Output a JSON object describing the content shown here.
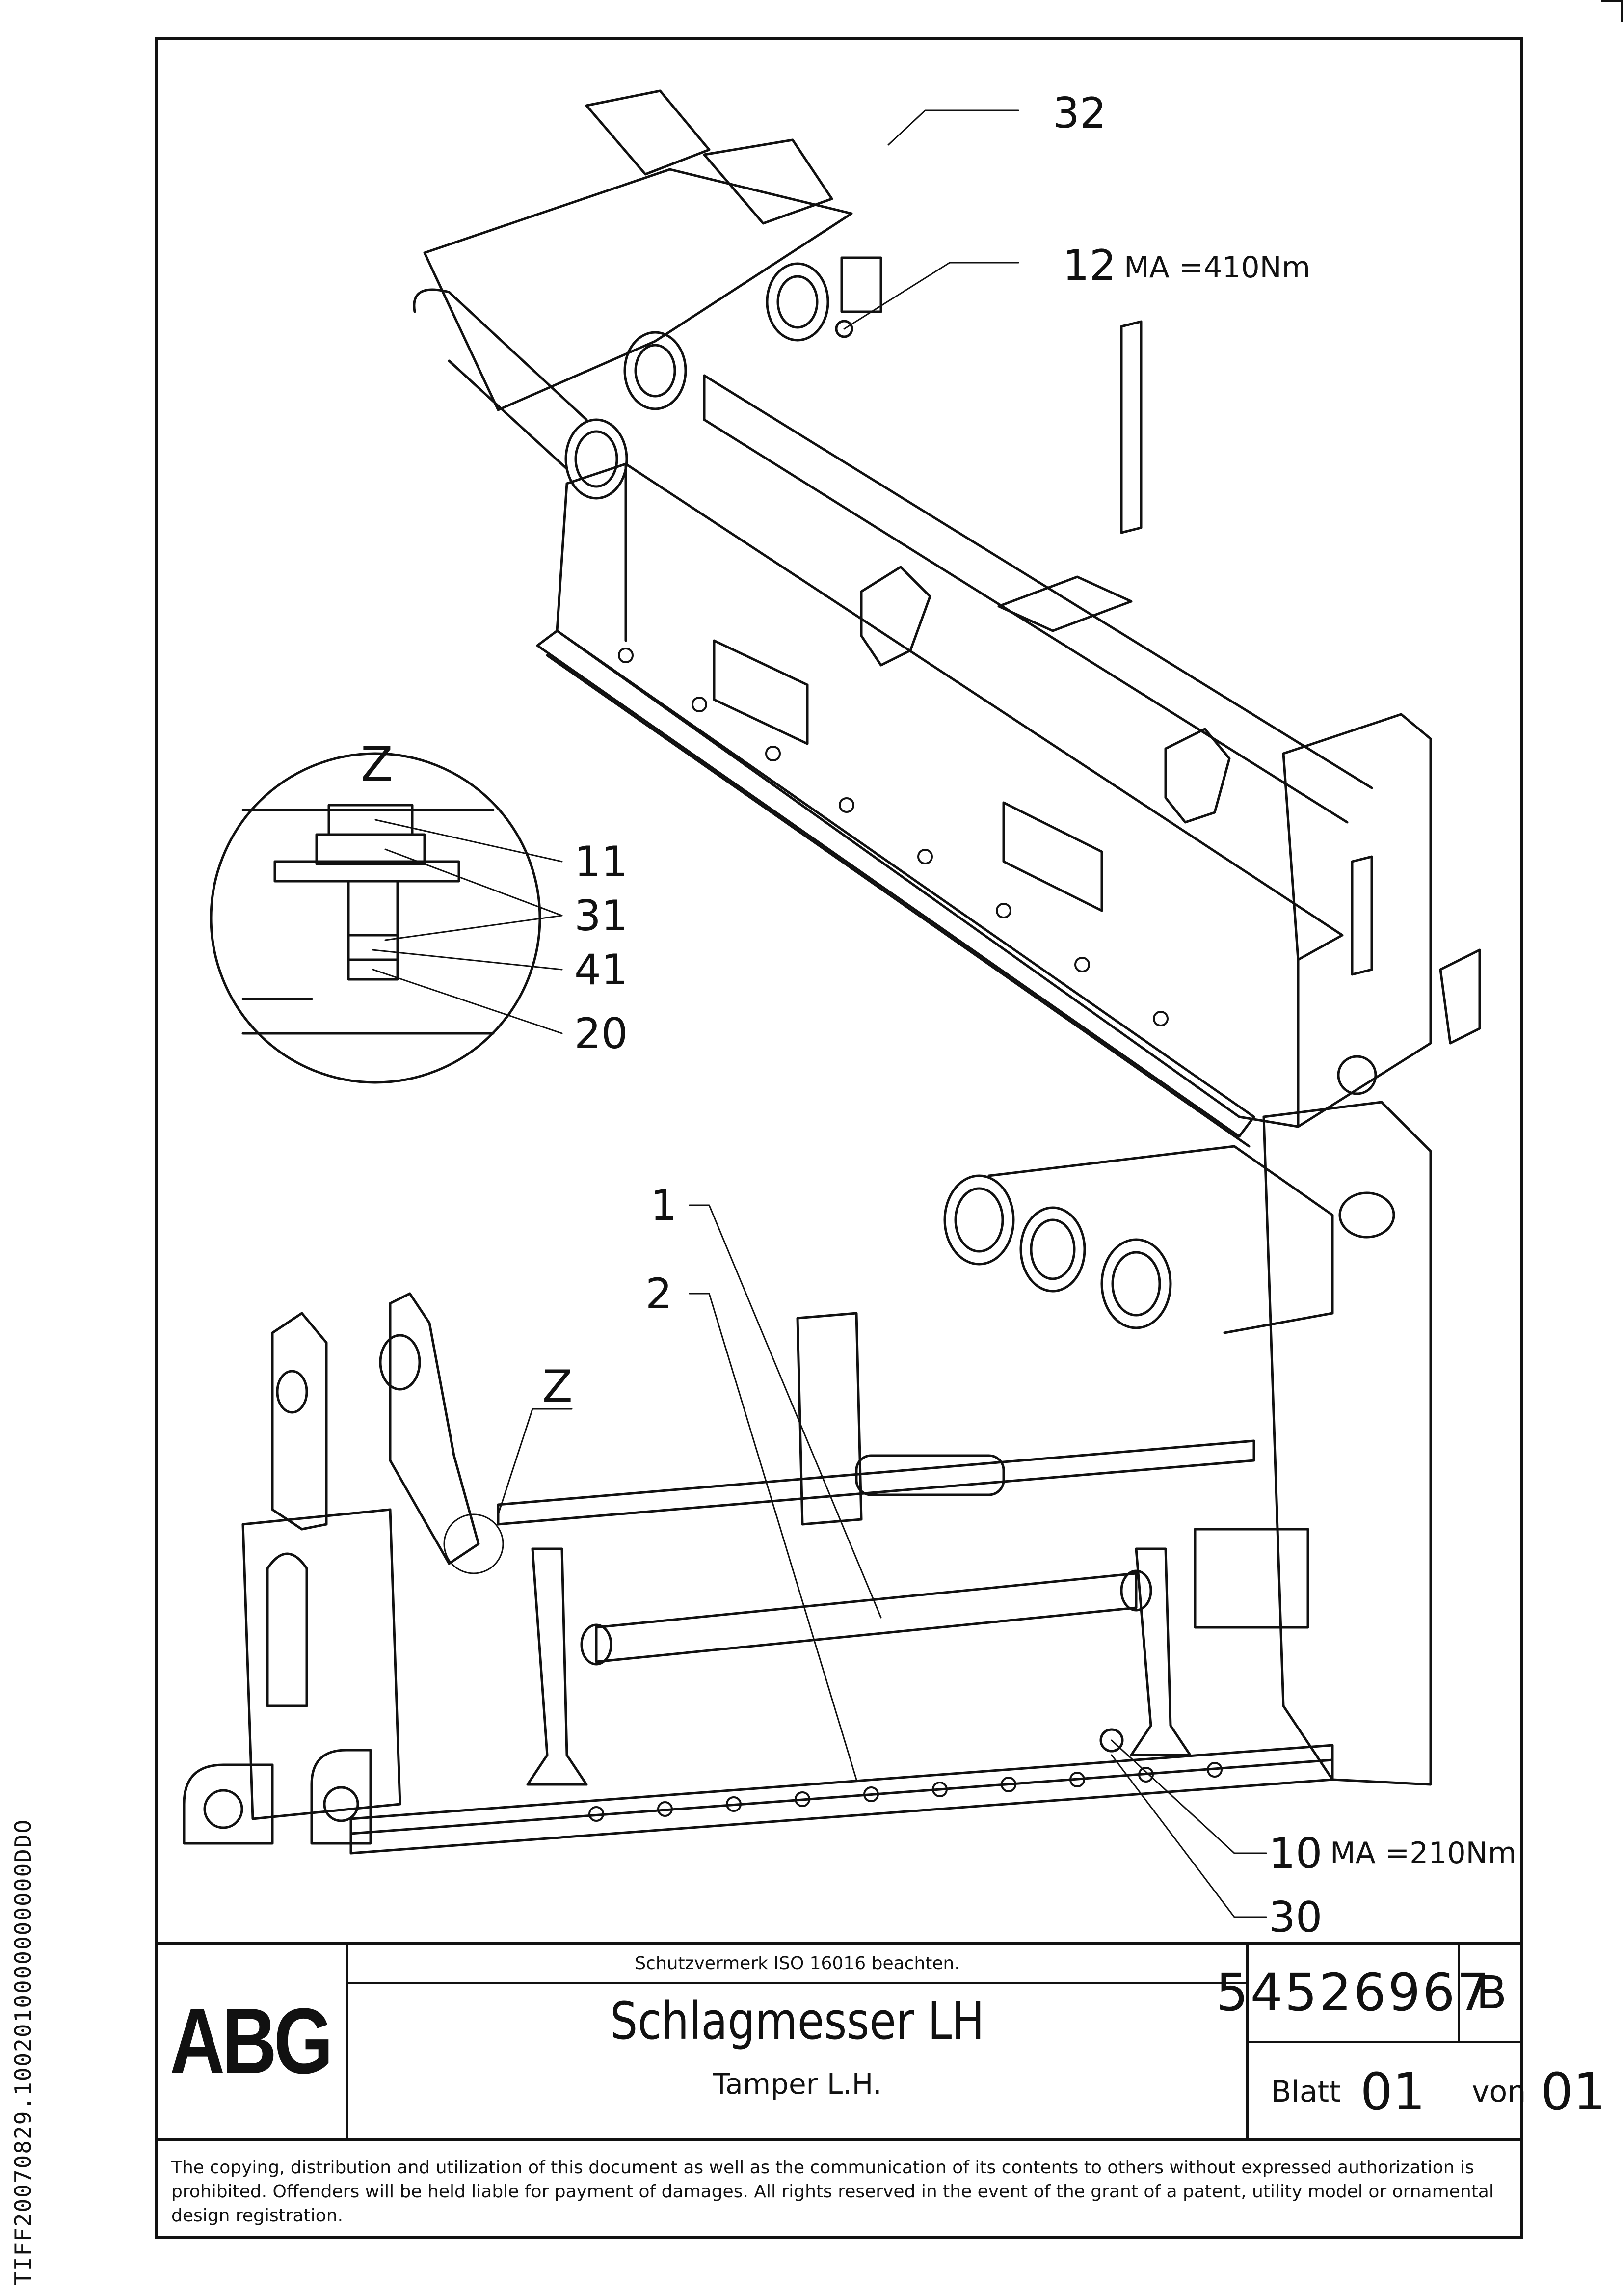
{
  "side_code": "TIFF20070829.1002010000000000DDO",
  "callouts": {
    "upper_top": "32",
    "upper_mid": "12",
    "upper_mid_torque": "MA =410Nm",
    "detail_title": "Z",
    "detail_items": [
      "11",
      "31",
      "41",
      "20"
    ],
    "lower_ref_z": "Z",
    "lower_item_1": "1",
    "lower_item_2": "2",
    "lower_item_10": "10",
    "lower_item_10_torque": "MA =210Nm",
    "lower_item_30": "30"
  },
  "title_block": {
    "logo": "ABG",
    "protection_note": "Schutzvermerk ISO 16016 beachten.",
    "title": "Schlagmesser LH",
    "subtitle": "Tamper L.H.",
    "doc_number": "54526967",
    "revision": "B",
    "sheet_label": "Blatt",
    "sheet_value": "01",
    "of_label": "von",
    "of_value": "01"
  },
  "copyright": "The copying, distribution and utilization of this document as well as the communication of its contents to others without expressed authorization is prohibited. Offenders will be held liable for payment of damages. All rights reserved in the event of the grant of a patent, utility model or ornamental design registration."
}
